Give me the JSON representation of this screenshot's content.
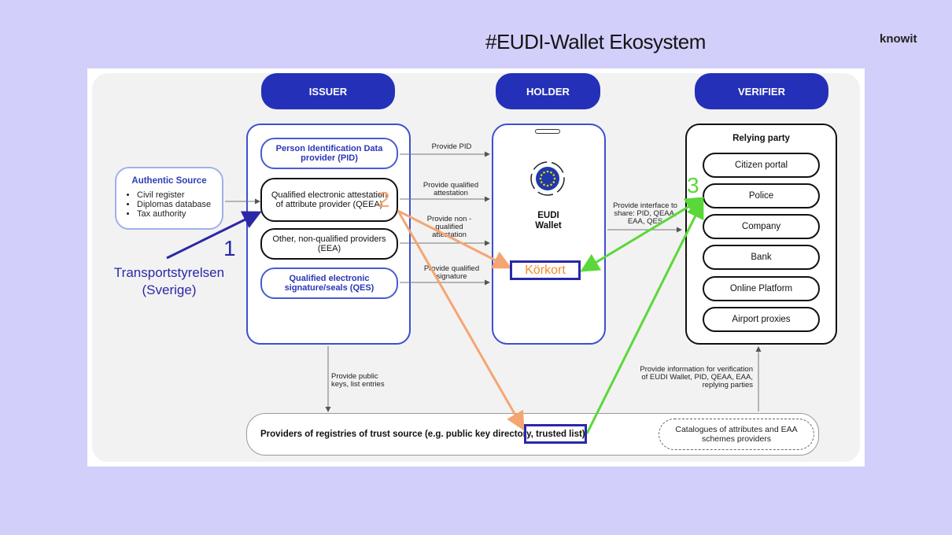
{
  "slide": {
    "title": "#EUDI-Wallet Ekosystem",
    "brand": "knowit"
  },
  "headers": {
    "issuer": "ISSUER",
    "holder": "HOLDER",
    "verifier": "VERIFIER"
  },
  "authentic_source": {
    "title": "Authentic Source",
    "items": [
      "Civil register",
      "Diplomas database",
      "Tax authority"
    ]
  },
  "issuer_boxes": {
    "pid": "Person Identification Data provider (PID)",
    "qeaa": "Qualified electronic attestation of attribute provider (QEEA)",
    "eaa": "Other, non-qualified providers (EEA)",
    "qes": "Qualified electronic signature/seals (QES)"
  },
  "flows": {
    "provide_pid": "Provide PID",
    "provide_qualified_attestation": "Provide qualified attestation",
    "provide_non_qualified": "Provide non - qualified attestation",
    "provide_qualified_signature": "Provide qualified signature",
    "provide_interface": "Provide interface to share: PID, QEAA, EAA, QES",
    "provide_public_keys": "Provide public keys, list entries",
    "provide_information": "Provide information for verification of EUDI Wallet, PID, QEAA, EAA, replying parties"
  },
  "wallet": {
    "label_line1": "EUDI",
    "label_line2": "Wallet"
  },
  "verifier": {
    "title": "Relying party",
    "items": [
      "Citizen portal",
      "Police",
      "Company",
      "Bank",
      "Online Platform",
      "Airport proxies"
    ]
  },
  "registry": {
    "text_main": "Providers of registries of trust source (e.g. public key directory,",
    "text_highlight": "trusted list)",
    "catalog": "Catalogues of attributes and EAA schemes providers"
  },
  "annotations": {
    "n1": "1",
    "n2": "2",
    "n3": "3",
    "korkort": "Körkort",
    "transport_line1": "Transportstyrelsen",
    "transport_line2": "(Sverige)"
  },
  "colors": {
    "background": "#d2cffb",
    "header_blue": "#2530b8",
    "annotation_blue": "#2a28a8",
    "arrow_orange": "#f5a572",
    "arrow_green": "#5ad83a",
    "korkort_text": "#f28c28"
  }
}
